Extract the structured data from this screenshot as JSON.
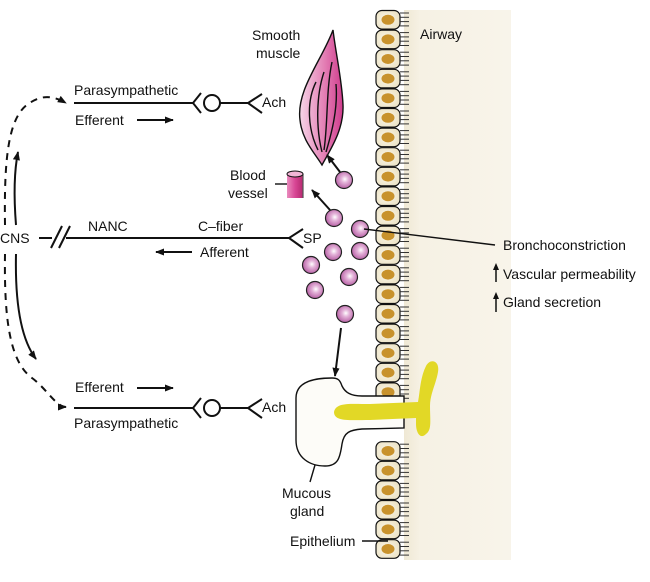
{
  "diagram": {
    "labels": {
      "airway": "Airway",
      "smooth_muscle_line1": "Smooth",
      "smooth_muscle_line2": "muscle",
      "blood_vessel_line1": "Blood",
      "blood_vessel_line2": "vessel",
      "parasympathetic_top": "Parasympathetic",
      "efferent_top": "Efferent",
      "ach_top": "Ach",
      "cns": "CNS",
      "nanc": "NANC",
      "c_fiber": "C–fiber",
      "afferent": "Afferent",
      "sp": "SP",
      "efferent_bottom": "Efferent",
      "parasympathetic_bottom": "Parasympathetic",
      "ach_bottom": "Ach",
      "mucous_gland_line1": "Mucous",
      "mucous_gland_line2": "gland",
      "epithelium": "Epithelium"
    },
    "effects": [
      {
        "label": "Bronchoconstriction",
        "indicator": ""
      },
      {
        "label": "Vascular permeability",
        "indicator": "up-arrow"
      },
      {
        "label": "Gland secretion",
        "indicator": "up-arrow"
      }
    ],
    "colors": {
      "airway_lumen": "#f6f1e4",
      "cell_fill": "#f3ecd2",
      "nucleus": "#c8922c",
      "vesicle": "#c46fb4",
      "muscle": "#d9589d",
      "vessel": "#c8307f",
      "mucus": "#e2d826"
    },
    "epithelial_cell_count": 28
  }
}
